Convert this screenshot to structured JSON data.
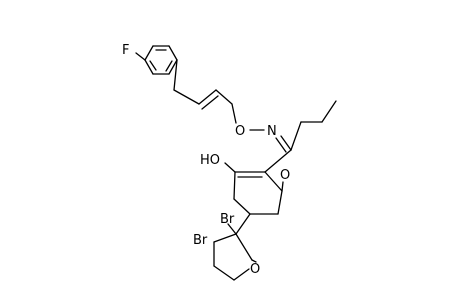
{
  "atoms": {
    "fluorine": "F",
    "oxime_oxygen": "O",
    "oxime_nitrogen": "N",
    "hydroxyl": "HO",
    "ketone_oxygen": "O",
    "bromine_upper": "Br",
    "bromine_lower": "Br",
    "ring_oxygen": "O"
  },
  "colors": {
    "ink": "#000000",
    "background": "#ffffff"
  }
}
